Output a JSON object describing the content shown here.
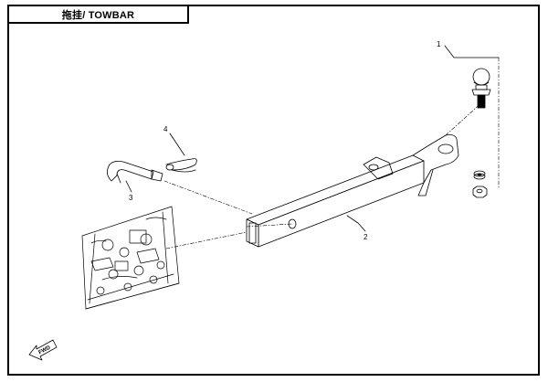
{
  "title": "拖挂/ TOWBAR",
  "callouts": [
    {
      "id": "1",
      "label": "1"
    },
    {
      "id": "2",
      "label": "2"
    },
    {
      "id": "3",
      "label": "3"
    },
    {
      "id": "4",
      "label": "4"
    }
  ],
  "direction_arrow": {
    "label": "FWD"
  },
  "colors": {
    "line": "#000000",
    "background": "#ffffff"
  }
}
